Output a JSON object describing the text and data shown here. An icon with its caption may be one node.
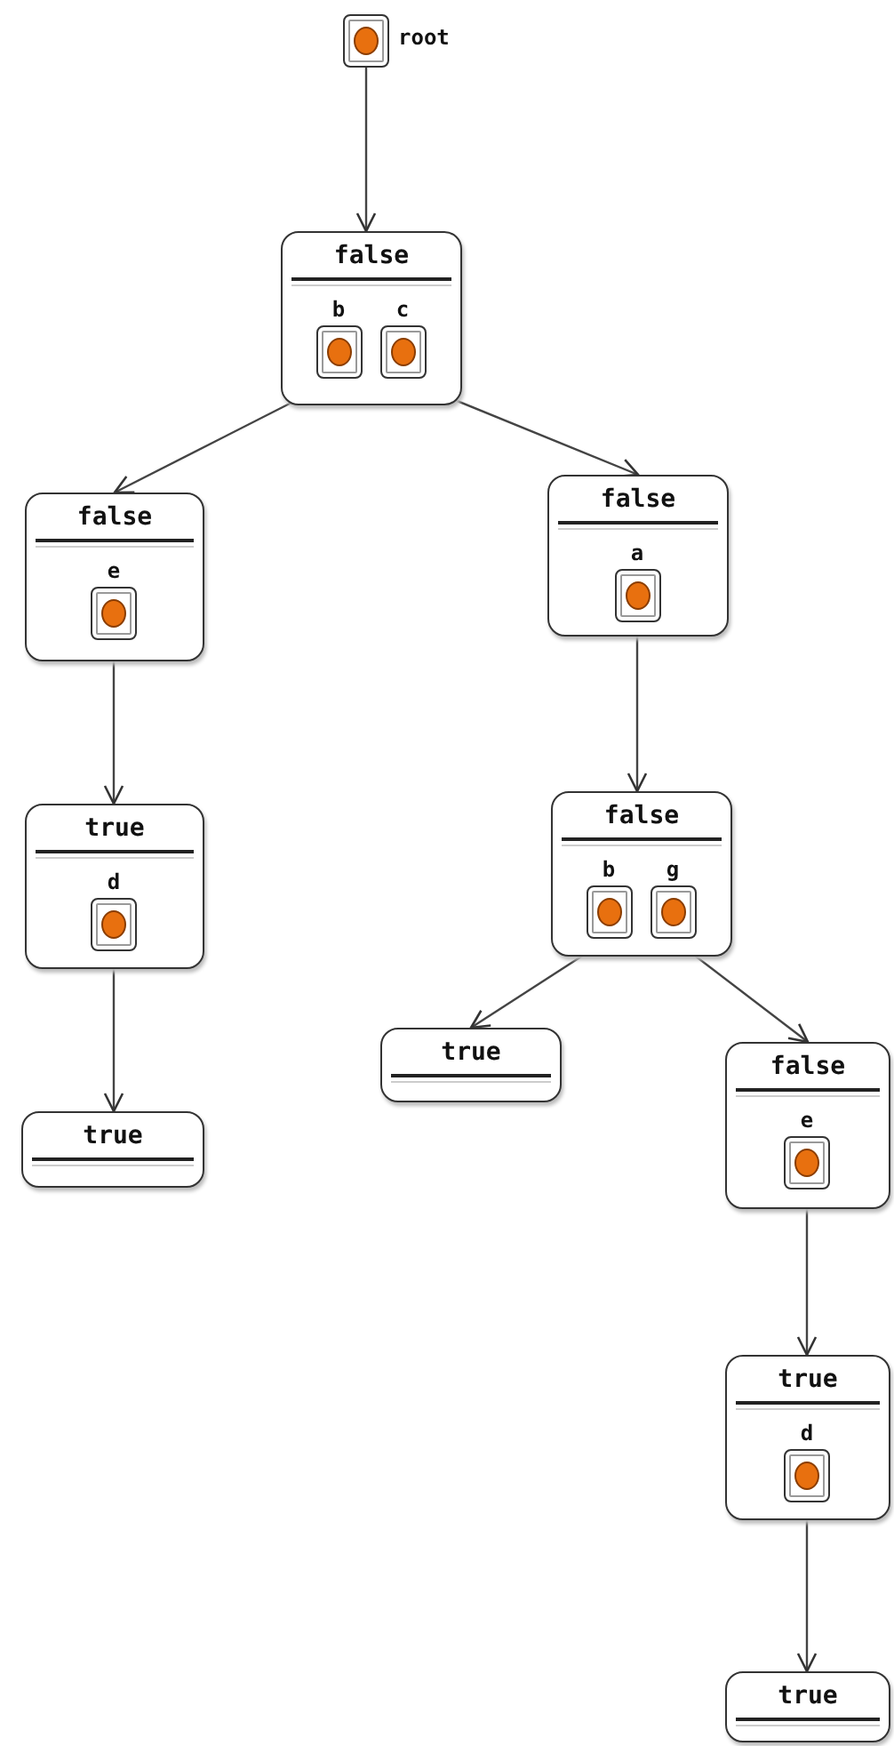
{
  "diagram": {
    "nodes": [
      {
        "text": [],
        "shape": "box",
        "beside": [
          "root"
        ]
      },
      {
        "text": [
          "false"
        ]
      },
      {
        "text": [
          "b"
        ],
        "in": 1
      },
      {
        "text": [
          "c"
        ],
        "in": 1
      },
      {
        "text": [
          "false"
        ]
      },
      {
        "text": [
          "e"
        ],
        "in": 4
      },
      {
        "text": [
          "false"
        ]
      },
      {
        "text": [
          "a"
        ],
        "in": 6
      },
      {
        "text": [
          "true"
        ]
      },
      {
        "text": [
          "d"
        ],
        "in": 8
      },
      {
        "text": [
          "true"
        ]
      },
      {
        "text": [
          "false"
        ]
      },
      {
        "text": [
          "b"
        ],
        "in": 11
      },
      {
        "text": [
          "g"
        ],
        "in": 11
      },
      {
        "text": [
          "true"
        ]
      },
      {
        "text": [
          "false"
        ]
      },
      {
        "text": [
          "e"
        ],
        "in": 15
      },
      {
        "text": [
          "true"
        ]
      },
      {
        "text": [
          "d"
        ],
        "in": 17
      },
      {
        "text": [
          "true"
        ]
      }
    ],
    "edges": [
      {
        "from": 0,
        "to": 1,
        "arrow": "to"
      },
      {
        "from": 2,
        "to": 4,
        "arrow": "to"
      },
      {
        "from": 3,
        "to": 6,
        "arrow": "to"
      },
      {
        "from": 5,
        "to": 8,
        "arrow": "to"
      },
      {
        "from": 9,
        "to": 10,
        "arrow": "to"
      },
      {
        "from": 7,
        "to": 11,
        "arrow": "to"
      },
      {
        "from": 12,
        "to": 14,
        "arrow": "to"
      },
      {
        "from": 13,
        "to": 15,
        "arrow": "to"
      },
      {
        "from": 16,
        "to": 17,
        "arrow": "to"
      },
      {
        "from": 18,
        "to": 19,
        "arrow": "to"
      }
    ]
  }
}
